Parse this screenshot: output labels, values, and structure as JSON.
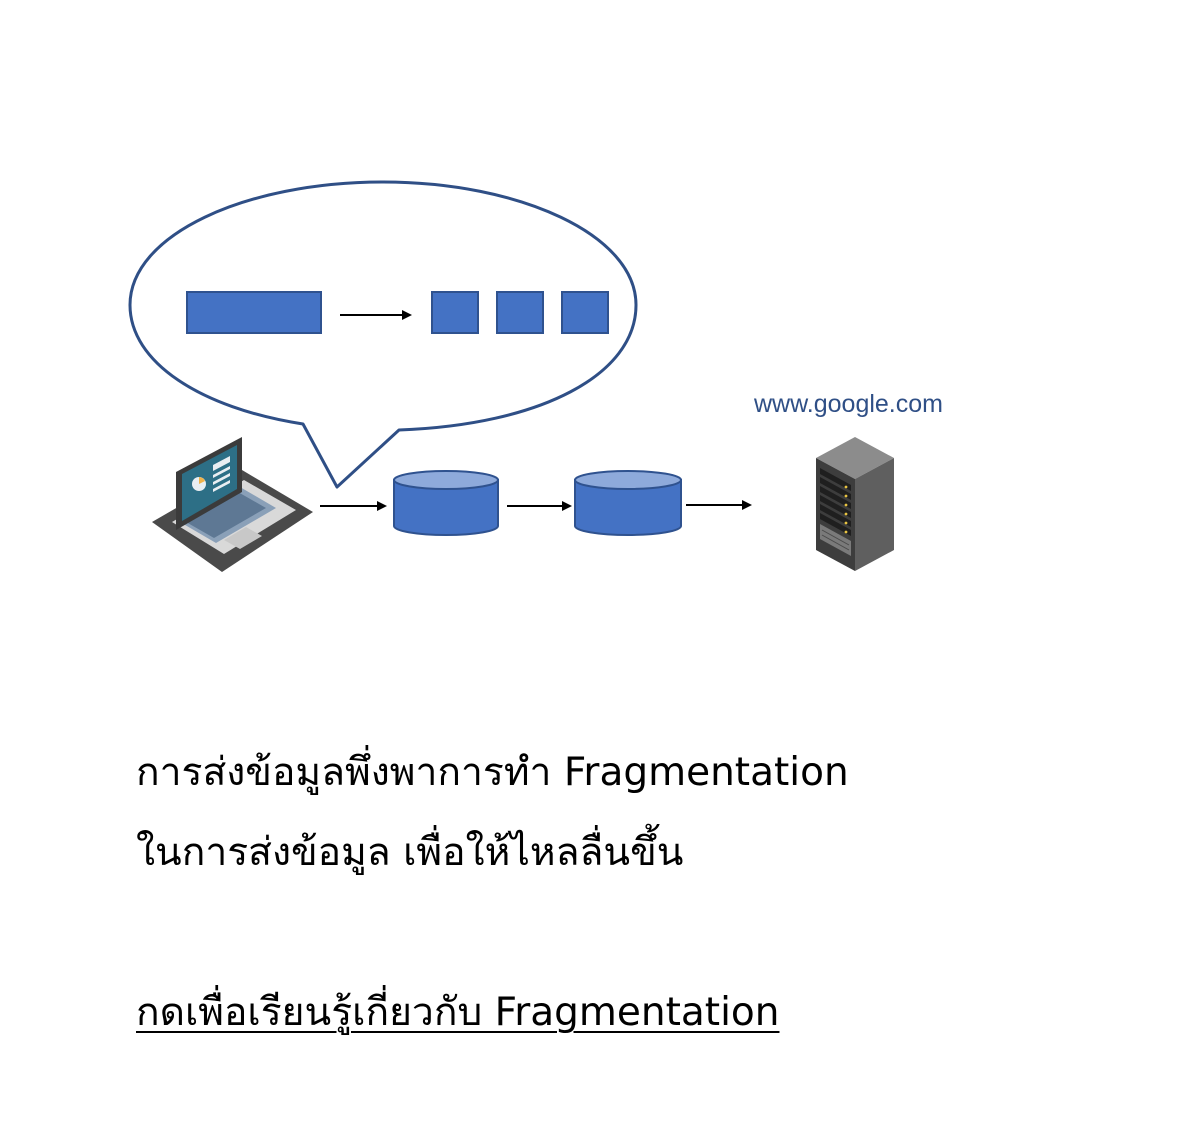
{
  "server": {
    "label": "www.google.com",
    "icon": "server-rack-icon"
  },
  "client": {
    "icon": "laptop-icon"
  },
  "description": {
    "line1": "การส่งข้อมูลพึ่งพาการทำ Fragmentation",
    "line2": "ในการส่งข้อมูล เพื่อให้ไหลลื่นขึ้น"
  },
  "link": {
    "label": "กดเพื่อเรียนรู้เกี่ยวกับ Fragmentation"
  },
  "colors": {
    "packet_fill": "#4472c4",
    "packet_stroke": "#2f528f",
    "bubble_stroke": "#2f4f86",
    "arrow": "#000000",
    "label_text": "#2f4f86"
  }
}
